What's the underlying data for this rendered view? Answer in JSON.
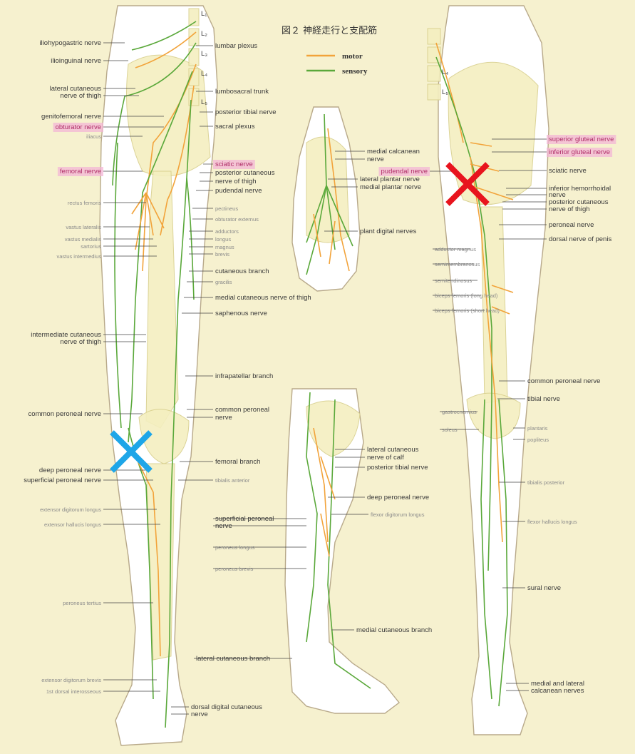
{
  "title": "図２ 神経走行と支配筋",
  "legend": [
    {
      "label": "motor",
      "color": "#f2a33a"
    },
    {
      "label": "sensory",
      "color": "#5aa83a"
    }
  ],
  "vertebra_labels": [
    "L₁",
    "L₂",
    "L₃",
    "L₄",
    "L₅"
  ],
  "posterior_vertebra_labels": [
    "L₄",
    "L₅"
  ],
  "colors": {
    "highlight": "#f3b5d6",
    "marker_red": "#e8141e",
    "marker_blue": "#1ea6e8",
    "background": "#f6f1cf"
  },
  "anterior_left_labels": [
    {
      "text": "iliohypogastric nerve",
      "kind": "main"
    },
    {
      "text": "ilioinguinal nerve",
      "kind": "main"
    },
    {
      "text": "lateral cutaneous",
      "kind": "main"
    },
    {
      "text": "nerve of thigh",
      "kind": "main"
    },
    {
      "text": "genitofemoral nerve",
      "kind": "main"
    },
    {
      "text": "obturator nerve",
      "kind": "highlight"
    },
    {
      "text": "iliacus",
      "kind": "muscle"
    },
    {
      "text": "femoral nerve",
      "kind": "highlight"
    },
    {
      "text": "rectus femoris",
      "kind": "muscle"
    },
    {
      "text": "vastus lateralis",
      "kind": "muscle"
    },
    {
      "text": "vastus medialis",
      "kind": "muscle"
    },
    {
      "text": "sartorius",
      "kind": "muscle"
    },
    {
      "text": "vastus intermedius",
      "kind": "muscle"
    },
    {
      "text": "intermediate cutaneous",
      "kind": "main"
    },
    {
      "text": "nerve of thigh",
      "kind": "main"
    },
    {
      "text": "common peroneal nerve",
      "kind": "main"
    },
    {
      "text": "deep peroneal nerve",
      "kind": "main"
    },
    {
      "text": "superficial peroneal nerve",
      "kind": "main"
    },
    {
      "text": "extensor digitorum longus",
      "kind": "muscle"
    },
    {
      "text": "extensor hallucis longus",
      "kind": "muscle"
    },
    {
      "text": "peroneus tertius",
      "kind": "muscle"
    },
    {
      "text": "extensor digitorum brevis",
      "kind": "muscle"
    },
    {
      "text": "1st dorsal interosseous",
      "kind": "muscle"
    }
  ],
  "anterior_right_labels": [
    {
      "text": "lumbar plexus",
      "kind": "main"
    },
    {
      "text": "lumbosacral trunk",
      "kind": "main"
    },
    {
      "text": "posterior tibial nerve",
      "kind": "main"
    },
    {
      "text": "sacral plexus",
      "kind": "main"
    },
    {
      "text": "sciatic nerve",
      "kind": "highlight"
    },
    {
      "text": "posterior cutaneous",
      "kind": "main"
    },
    {
      "text": "nerve of thigh",
      "kind": "main"
    },
    {
      "text": "pudendal nerve",
      "kind": "main"
    },
    {
      "text": "pectineus",
      "kind": "muscle"
    },
    {
      "text": "obturator externus",
      "kind": "muscle"
    },
    {
      "text": "adductors",
      "kind": "muscle"
    },
    {
      "text": "longus",
      "kind": "muscle"
    },
    {
      "text": "magnus",
      "kind": "muscle"
    },
    {
      "text": "brevis",
      "kind": "muscle"
    },
    {
      "text": "cutaneous branch",
      "kind": "main"
    },
    {
      "text": "gracilis",
      "kind": "muscle"
    },
    {
      "text": "medial cutaneous nerve of thigh",
      "kind": "main"
    },
    {
      "text": "saphenous nerve",
      "kind": "main"
    },
    {
      "text": "infrapatellar branch",
      "kind": "main"
    },
    {
      "text": "common peroneal",
      "kind": "main"
    },
    {
      "text": "nerve",
      "kind": "main"
    },
    {
      "text": "femoral branch",
      "kind": "main"
    },
    {
      "text": "tibialis anterior",
      "kind": "muscle"
    },
    {
      "text": "superficial peroneal",
      "kind": "main"
    },
    {
      "text": "nerve",
      "kind": "main"
    },
    {
      "text": "peroneus longus",
      "kind": "muscle"
    },
    {
      "text": "peroneus brevis",
      "kind": "muscle"
    },
    {
      "text": "lateral cutaneous branch",
      "kind": "main"
    },
    {
      "text": "dorsal digital cutaneous",
      "kind": "main"
    },
    {
      "text": "nerve",
      "kind": "main"
    }
  ],
  "foot_labels": [
    {
      "text": "medial calcanean",
      "kind": "main"
    },
    {
      "text": "nerve",
      "kind": "main"
    },
    {
      "text": "lateral plantar nerve",
      "kind": "main"
    },
    {
      "text": "medial plantar nerve",
      "kind": "main"
    },
    {
      "text": "plant digital nerves",
      "kind": "main"
    },
    {
      "text": "adductor magnus",
      "kind": "muscle"
    },
    {
      "text": "semimembranosus",
      "kind": "muscle"
    },
    {
      "text": "semitendinosus",
      "kind": "muscle"
    },
    {
      "text": "biceps femoris (long head)",
      "kind": "muscle"
    },
    {
      "text": "biceps femoris (short head)",
      "kind": "muscle"
    }
  ],
  "lower_leg_labels": [
    {
      "text": "lateral cutaneous",
      "kind": "main"
    },
    {
      "text": "nerve of calf",
      "kind": "main"
    },
    {
      "text": "posterior tibial nerve",
      "kind": "main"
    },
    {
      "text": "deep peroneal nerve",
      "kind": "main"
    },
    {
      "text": "flexor digitorum longus",
      "kind": "muscle"
    },
    {
      "text": "medial cutaneous branch",
      "kind": "main"
    }
  ],
  "posterior_right_labels": [
    {
      "text": "superior gluteal nerve",
      "kind": "highlight"
    },
    {
      "text": "inferior gluteal nerve",
      "kind": "highlight"
    },
    {
      "text": "pudendal nerve",
      "kind": "highlight"
    },
    {
      "text": "sciatic nerve",
      "kind": "main"
    },
    {
      "text": "inferior hemorrhoidal",
      "kind": "main"
    },
    {
      "text": "nerve",
      "kind": "main"
    },
    {
      "text": "posterior cutaneous",
      "kind": "main"
    },
    {
      "text": "nerve of thigh",
      "kind": "main"
    },
    {
      "text": "peroneal nerve",
      "kind": "main"
    },
    {
      "text": "dorsal nerve of penis",
      "kind": "main"
    },
    {
      "text": "common peroneal nerve",
      "kind": "main"
    },
    {
      "text": "tibial nerve",
      "kind": "main"
    },
    {
      "text": "gastrocnemius",
      "kind": "muscle"
    },
    {
      "text": "soleus",
      "kind": "muscle"
    },
    {
      "text": "plantaris",
      "kind": "muscle"
    },
    {
      "text": "popliteus",
      "kind": "muscle"
    },
    {
      "text": "tibialis posterior",
      "kind": "muscle"
    },
    {
      "text": "flexor hallucis longus",
      "kind": "muscle"
    },
    {
      "text": "sural nerve",
      "kind": "main"
    },
    {
      "text": "medial and lateral",
      "kind": "main"
    },
    {
      "text": "calcanean nerves",
      "kind": "main"
    }
  ]
}
